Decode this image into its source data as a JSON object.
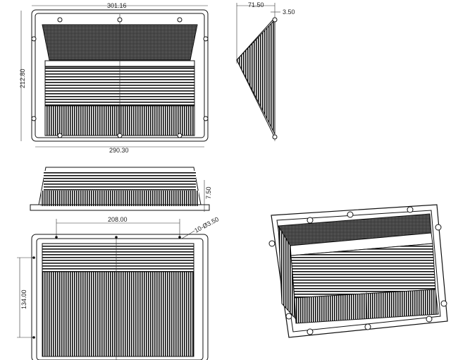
{
  "drawing": {
    "top_view": {
      "width_dim": "301.16",
      "height_dim": "212.80",
      "inner_width_dim": "290.30"
    },
    "side_view": {
      "depth_dim": "71.50",
      "lip_dim": "3.50"
    },
    "front_view": {
      "flange_dim": "7.50"
    },
    "bottom_view": {
      "hole_spacing_dim": "208.00",
      "hole_callout": "10-Ø3.50",
      "height_dim": "134.00"
    }
  }
}
